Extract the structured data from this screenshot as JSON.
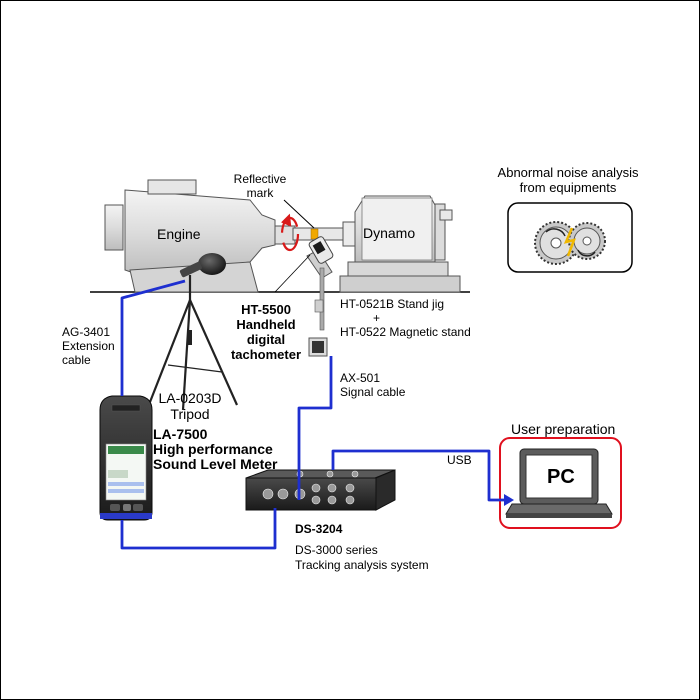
{
  "labels": {
    "reflective_mark": [
      "Reflective",
      "mark"
    ],
    "engine": "Engine",
    "dynamo": "Dynamo",
    "abnormal_noise": [
      "Abnormal noise analysis",
      "from equipments"
    ],
    "tachometer": [
      "HT-5500",
      "Handheld",
      "digital",
      "tachometer"
    ],
    "stand_jig": [
      "HT-0521B Stand jig",
      "+",
      "HT-0522 Magnetic stand"
    ],
    "extension_cable": [
      "AG-3401",
      "Extension",
      "cable"
    ],
    "signal_cable": [
      "AX-501",
      "Signal cable"
    ],
    "tripod": [
      "LA-0203D",
      "Tripod"
    ],
    "sound_level_meter": [
      "LA-7500",
      "High performance",
      "Sound Level Meter"
    ],
    "user_preparation": "User preparation",
    "usb": "USB",
    "pc": "PC",
    "ds_model": "DS-3204",
    "ds_desc": [
      "DS-3000 series",
      "Tracking analysis system"
    ]
  },
  "colors": {
    "cable": "#1e2fd0",
    "user_box": "#e0101e",
    "rotation": "#d81a1a"
  }
}
